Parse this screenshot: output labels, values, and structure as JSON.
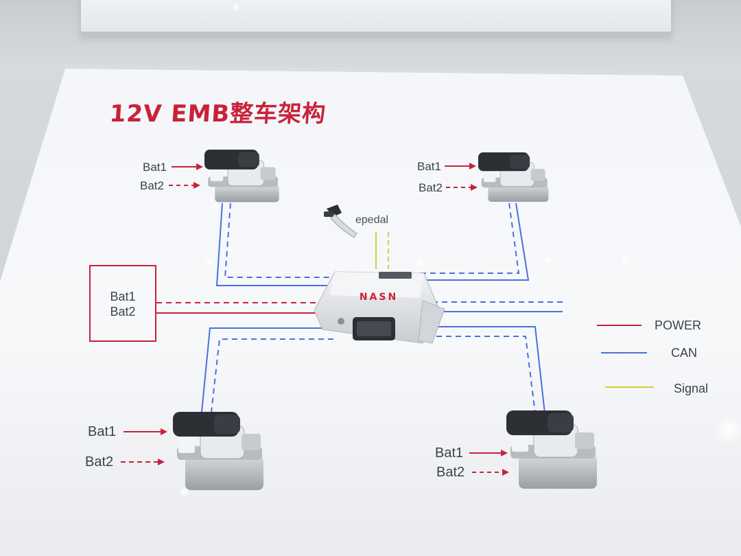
{
  "title": "12V EMB整车架构",
  "colors": {
    "power": "#c8223a",
    "can": "#4a6fe0",
    "signal": "#cfd23a",
    "title": "#c8223a"
  },
  "pedal": {
    "label": "epedal",
    "icon": "brake-pedal-icon"
  },
  "controller": {
    "logo": "NASN",
    "icon": "ecu-module-icon"
  },
  "battery_box": {
    "line1": "Bat1",
    "line2": "Bat2"
  },
  "calipers": {
    "front_left": {
      "bat1": "Bat1",
      "bat2": "Bat2",
      "icon": "brake-caliper-icon"
    },
    "front_right": {
      "bat1": "Bat1",
      "bat2": "Bat2",
      "icon": "brake-caliper-icon"
    },
    "rear_left": {
      "bat1": "Bat1",
      "bat2": "Bat2",
      "icon": "brake-caliper-icon"
    },
    "rear_right": {
      "bat1": "Bat1",
      "bat2": "Bat2",
      "icon": "brake-caliper-icon"
    }
  },
  "legend": {
    "power": "POWER",
    "can": "CAN",
    "signal": "Signal"
  }
}
